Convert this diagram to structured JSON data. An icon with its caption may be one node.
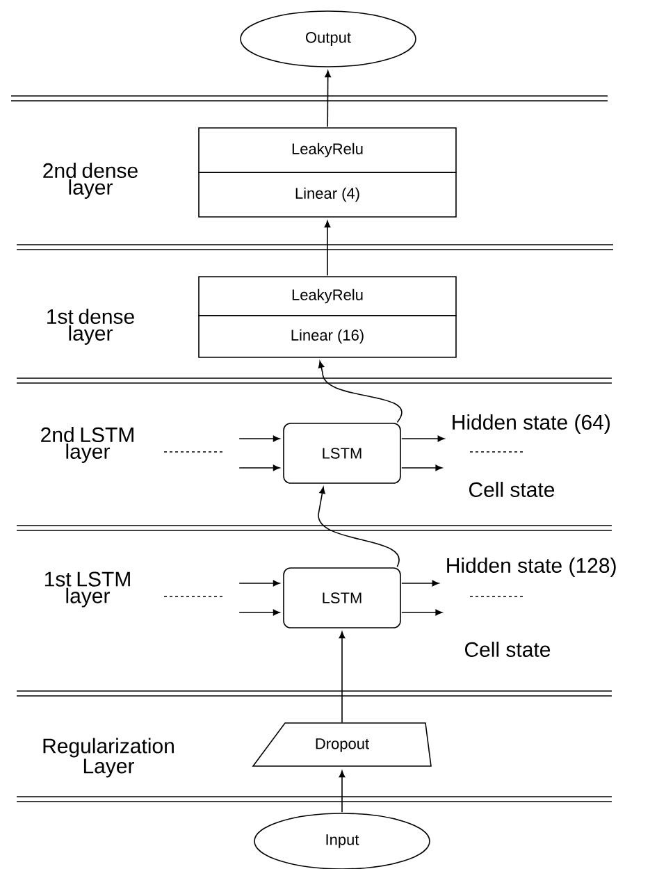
{
  "diagram": {
    "nodes": [
      {
        "text": [
          "Output"
        ]
      },
      {
        "text": [
          "LeakyRelu"
        ]
      },
      {
        "text": [
          "Linear (4)"
        ]
      },
      {
        "text": [
          "LeakyRelu"
        ]
      },
      {
        "text": [
          "Linear (16)"
        ]
      },
      {
        "text": [
          "LSTM"
        ]
      },
      {
        "text": [
          "LSTM"
        ]
      },
      {
        "text": [
          "Dropout"
        ]
      },
      {
        "text": [
          "Input"
        ]
      },
      {
        "text": [
          "Hidden state (64)"
        ]
      },
      {
        "text": [
          "Hidden state (128)"
        ]
      }
    ],
    "edges": [
      {
        "from": 8,
        "to": 7,
        "arrow": "to"
      },
      {
        "from": 7,
        "to": 6,
        "arrow": "to"
      },
      {
        "from": null,
        "to": 6,
        "arrow": "to"
      },
      {
        "from": null,
        "to": 6,
        "arrow": "to"
      },
      {
        "from": 6,
        "to": 10,
        "arrow": "to"
      },
      {
        "from": 6,
        "to": null,
        "arrow": "to"
      },
      {
        "from": 6,
        "to": 5,
        "arrow": "to"
      },
      {
        "from": null,
        "to": 5,
        "arrow": "to"
      },
      {
        "from": null,
        "to": 5,
        "arrow": "to"
      },
      {
        "from": 5,
        "to": 9,
        "arrow": "to"
      },
      {
        "from": 5,
        "to": null,
        "arrow": "to"
      },
      {
        "from": 5,
        "to": 4,
        "arrow": "to"
      },
      {
        "from": 3,
        "to": 2,
        "arrow": "to"
      },
      {
        "from": 1,
        "to": 0,
        "arrow": "to"
      }
    ],
    "labels": [
      "2nd dense layer",
      "1st dense layer",
      "2nd LSTM layer",
      "Cell state",
      "1st LSTM layer",
      "Cell state",
      "Regularization Layer"
    ]
  }
}
